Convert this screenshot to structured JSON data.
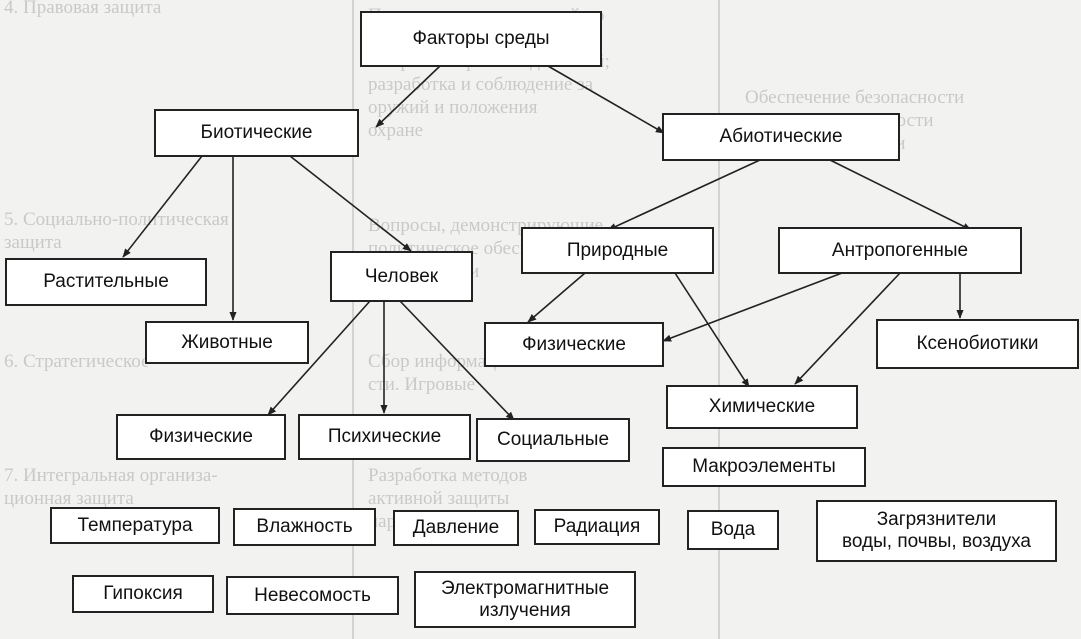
{
  "nodes": {
    "root": "Факторы среды",
    "biotic": "Биотические",
    "abiotic": "Абиотические",
    "plant": "Растительные",
    "animal": "Животные",
    "human": "Человек",
    "natural": "Природные",
    "anthropogenic": "Антропогенные",
    "physical_human": "Физические",
    "psychic": "Психические",
    "social": "Социальные",
    "physical_natural": "Физические",
    "chemical": "Химические",
    "xenobiotics": "Ксенобиотики",
    "macroelements": "Макроэлементы",
    "temperature": "Температура",
    "humidity": "Влажность",
    "pressure": "Давление",
    "radiation": "Радиация",
    "water": "Вода",
    "pollutants": "Загрязнители\nводы, почвы, воздуха",
    "hypoxia": "Гипоксия",
    "weightlessness": "Невесомость",
    "electromagnetic": "Электромагнитные\nизлучения"
  },
  "background": {
    "t1": "4. Правовая защита",
    "t2": "Подготовка рекомендаций по\nконтролю оборота защиты\nот противоправных действий;\nразработка и соблюдение за\nоружий и положения\nохране",
    "t3": "Обеспечение безопасности\nжизнедеятельности\nорганизации",
    "t4": "5. Социально-политическая\nзащита",
    "t5": "Вопросы, демонстрирующие\nполитическое обеспечение\nиз поддержки",
    "t6": "6. Стратегическое",
    "t7": "Сбор информации\nсти. Игровые",
    "t8": "7. Интегральная организа-\nционная защита",
    "t9": "Разработка методов\nактивной защиты\nнарушений"
  },
  "colors": {
    "line": "#222222",
    "box_fill": "#ffffff",
    "background": "#f2f2f0",
    "faded_text": "#c9c9c7"
  }
}
